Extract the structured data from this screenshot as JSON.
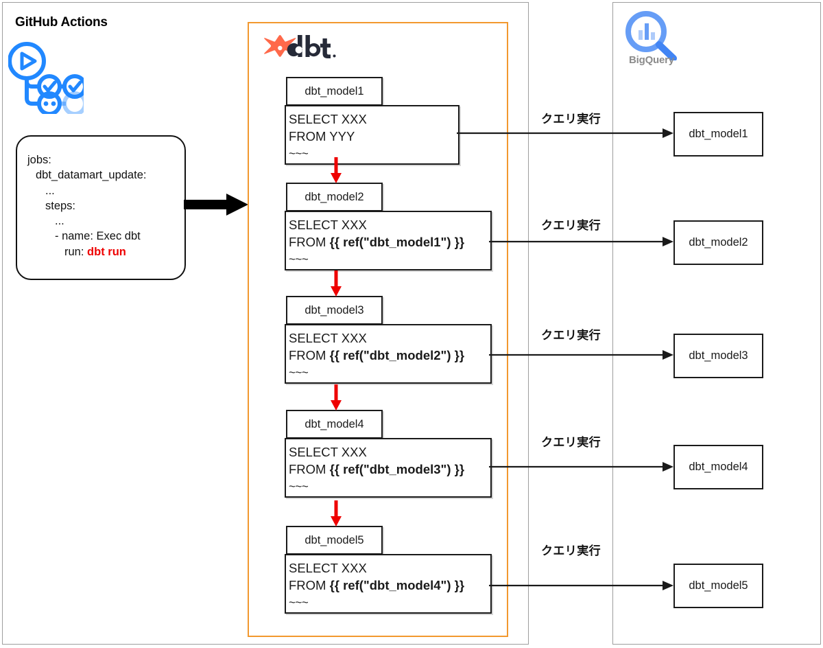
{
  "colors": {
    "dbt_orange": "#f2982e",
    "dbt_logo_orange": "#ff694a",
    "dbt_navy": "#262a38",
    "github_blue": "#2188ff",
    "bigquery_blue": "#669df6",
    "bigquery_text_gray": "#8b8b8b",
    "red_arrow": "#ee0000",
    "panel_border": "#9d9d9d",
    "box_border": "#1a1a1a"
  },
  "github_actions": {
    "title": "GitHub Actions",
    "icon": "github-actions-icon",
    "yaml": {
      "lines": [
        {
          "text": "jobs:",
          "indent": 0
        },
        {
          "text": "dbt_datamart_update:",
          "indent": 1
        },
        {
          "text": "...",
          "indent": 2
        },
        {
          "text": "steps:",
          "indent": 2
        },
        {
          "text": "...",
          "indent": 3
        },
        {
          "text": "- name: Exec dbt",
          "indent": 3
        },
        {
          "text": "run: ",
          "indent": 4,
          "highlight": "dbt run"
        }
      ]
    },
    "arrow": "thick-right-arrow"
  },
  "dbt": {
    "logo_text": "dbt",
    "logo_icon": "dbt-logo-icon",
    "models": [
      {
        "name": "dbt_model1",
        "sql_line1": "SELECT XXX",
        "sql_from_prefix": "FROM  ",
        "sql_from_ref": "YYY",
        "sql_line3": "~~~"
      },
      {
        "name": "dbt_model2",
        "sql_line1": "SELECT XXX",
        "sql_from_prefix": "FROM ",
        "sql_from_ref": "{{ ref(\"dbt_model1\") }}",
        "sql_line3": "~~~"
      },
      {
        "name": "dbt_model3",
        "sql_line1": "SELECT XXX",
        "sql_from_prefix": "FROM ",
        "sql_from_ref": "{{ ref(\"dbt_model2\") }}",
        "sql_line3": "~~~"
      },
      {
        "name": "dbt_model4",
        "sql_line1": "SELECT XXX",
        "sql_from_prefix": "FROM ",
        "sql_from_ref": "{{ ref(\"dbt_model3\") }}",
        "sql_line3": "~~~"
      },
      {
        "name": "dbt_model5",
        "sql_line1": "SELECT XXX",
        "sql_from_prefix": "FROM ",
        "sql_from_ref": "{{ ref(\"dbt_model4\") }}",
        "sql_line3": "~~~"
      }
    ]
  },
  "query_exec": {
    "labels": [
      "クエリ実行",
      "クエリ実行",
      "クエリ実行",
      "クエリ実行",
      "クエリ実行"
    ]
  },
  "bigquery": {
    "logo_label": "BigQuery",
    "logo_icon": "bigquery-magnifier-icon",
    "tables": [
      {
        "name": "dbt_model1"
      },
      {
        "name": "dbt_model2"
      },
      {
        "name": "dbt_model3"
      },
      {
        "name": "dbt_model4"
      },
      {
        "name": "dbt_model5"
      }
    ]
  }
}
